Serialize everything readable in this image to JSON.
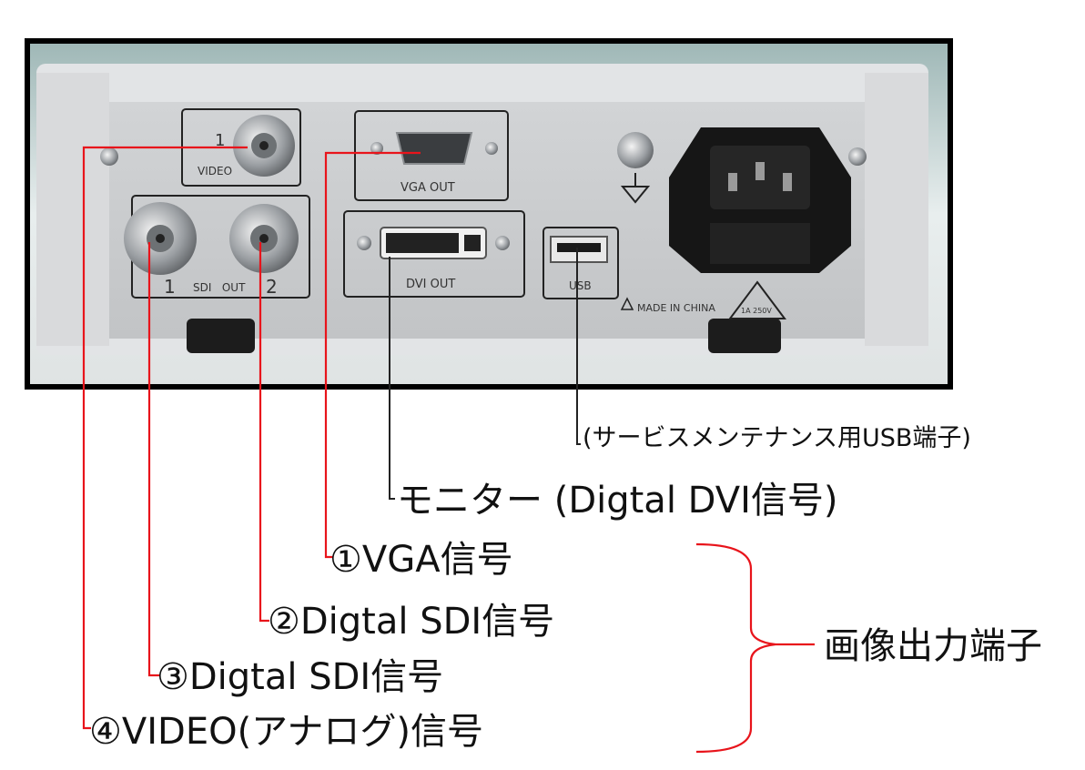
{
  "device_panel": {
    "video_port": {
      "number": "1",
      "label": "VIDEO"
    },
    "vga_port": {
      "label": "VGA OUT"
    },
    "sdi_ports": {
      "left_number": "1",
      "label": "SDI   OUT",
      "right_number": "2"
    },
    "dvi_port": {
      "label": "DVI OUT"
    },
    "usb_port": {
      "label": "USB"
    },
    "made_in": "MADE IN CHINA",
    "rating": "1A 250V"
  },
  "callouts": {
    "usb_service": "(サービスメンテナンス用USB端子)",
    "monitor_dvi": "モニター (Digtal DVI信号)",
    "vga": "①VGA信号",
    "sdi_2": "②Digtal SDI信号",
    "sdi_3": "③Digtal SDI信号",
    "video_4": "④VIDEO(アナログ)信号",
    "group_label": "画像出力端子"
  },
  "colors": {
    "leader_line": "#e8141b",
    "frame": "#000000",
    "panel": "#c9cbcd"
  }
}
